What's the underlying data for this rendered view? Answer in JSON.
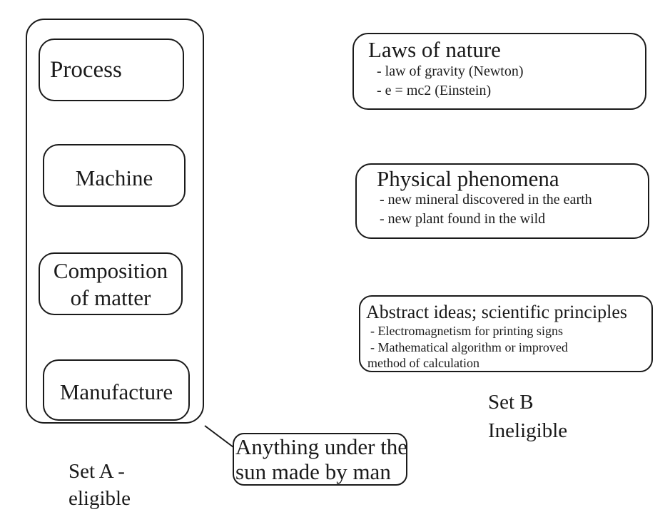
{
  "set_a": {
    "items": [
      {
        "label": "Process"
      },
      {
        "label": "Machine"
      },
      {
        "label_line1": "Composition",
        "label_line2": "of matter"
      },
      {
        "label": "Manufacture"
      }
    ],
    "caption_line1": "Set A -",
    "caption_line2": "eligible",
    "callout_line1": "Anything under the",
    "callout_line2": "sun made by man"
  },
  "set_b": {
    "categories": [
      {
        "title": "Laws of nature",
        "examples": [
          "- law of gravity (Newton)",
          "- e = mc2 (Einstein)"
        ]
      },
      {
        "title": "Physical phenomena",
        "examples": [
          "- new mineral discovered in the earth",
          "- new plant found in the wild"
        ]
      },
      {
        "title": "Abstract ideas; scientific principles",
        "examples": [
          "- Electromagnetism for printing signs",
          "- Mathematical algorithm or improved",
          "method of calculation"
        ]
      }
    ],
    "caption_line1": "Set B",
    "caption_line2": "Ineligible"
  }
}
